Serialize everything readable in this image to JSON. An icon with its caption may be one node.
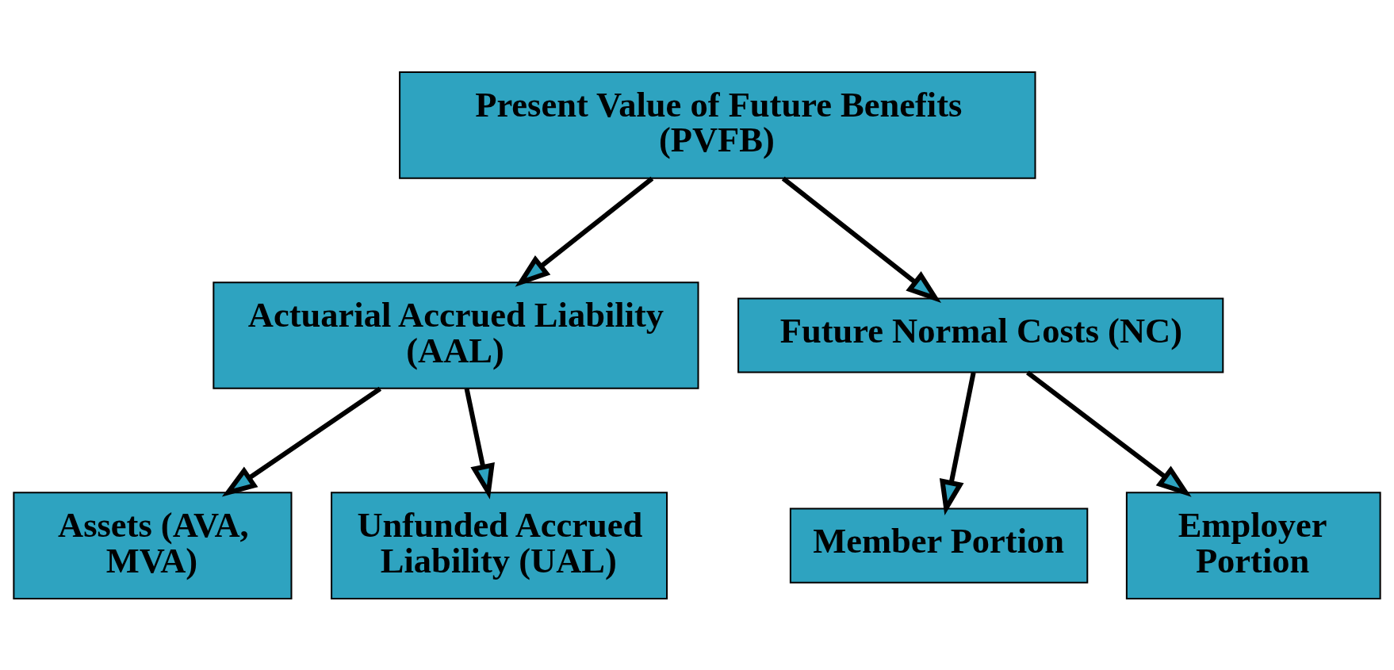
{
  "diagram": {
    "nodes": [
      {
        "text": [
          "Present Value of Future Benefits (PVFB)"
        ]
      },
      {
        "text": [
          "Actuarial Accrued Liability (AAL)"
        ]
      },
      {
        "text": [
          "Future Normal Costs (NC)"
        ]
      },
      {
        "text": [
          "Assets (AVA, MVA)"
        ]
      },
      {
        "text": [
          "Unfunded Accrued Liability (UAL)"
        ]
      },
      {
        "text": [
          "Member Portion"
        ]
      },
      {
        "text": [
          "Employer Portion"
        ]
      }
    ],
    "edges": [
      {
        "from": 0,
        "to": 1,
        "arrow": "to"
      },
      {
        "from": 0,
        "to": 2,
        "arrow": "to"
      },
      {
        "from": 1,
        "to": 3,
        "arrow": "to"
      },
      {
        "from": 1,
        "to": 4,
        "arrow": "to"
      },
      {
        "from": 2,
        "to": 5,
        "arrow": "to"
      },
      {
        "from": 2,
        "to": 6,
        "arrow": "to"
      }
    ]
  }
}
